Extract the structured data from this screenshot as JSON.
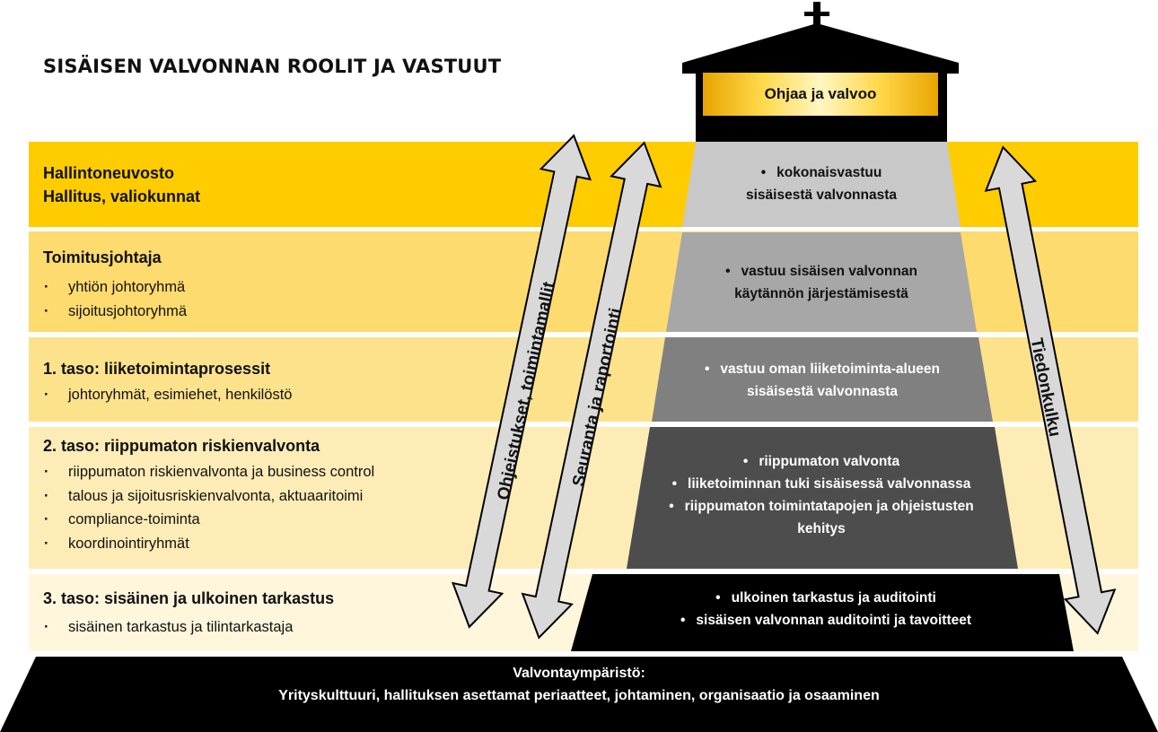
{
  "title": "SISÄISEN VALVONNAN ROOLIT JA VASTUUT",
  "colors": {
    "band_1": "#ffcc00",
    "band_2": "#fddb6e",
    "band_3": "#fde28c",
    "band_4": "#feecb6",
    "band_5": "#fff6dc",
    "pyramid": [
      "#c8c8c8",
      "#a7a7a7",
      "#808080",
      "#4d4d4d",
      "#000000"
    ],
    "arrow_fill": "#d9d9d9"
  },
  "house": {
    "label": "Ohjaa ja valvoo"
  },
  "levels": [
    {
      "heading_lines": [
        "Hallintoneuvosto",
        "Hallitus, valiokunnat"
      ],
      "items": [],
      "responsibilities": [
        {
          "text": "kokonaisvastuu",
          "bullet": true
        },
        {
          "text": "sisäisestä valvonnasta",
          "bullet": false
        }
      ]
    },
    {
      "heading_lines": [
        "Toimitusjohtaja"
      ],
      "items": [
        "yhtiön johtoryhmä",
        "sijoitusjohtoryhmä"
      ],
      "responsibilities": [
        {
          "text": "vastuu sisäisen valvonnan",
          "bullet": true
        },
        {
          "text": "käytännön järjestämisestä",
          "bullet": false
        }
      ]
    },
    {
      "heading_lines": [
        "1. taso: liiketoimintaprosessit"
      ],
      "items": [
        "johtoryhmät, esimiehet, henkilöstö"
      ],
      "responsibilities": [
        {
          "text": "vastuu oman liiketoiminta-alueen",
          "bullet": true
        },
        {
          "text": "sisäisestä valvonnasta",
          "bullet": false
        }
      ]
    },
    {
      "heading_lines": [
        "2. taso: riippumaton riskienvalvonta"
      ],
      "items": [
        "riippumaton riskienvalvonta ja business control",
        "talous ja sijoitusriskienvalvonta, aktuaaritoimi",
        "compliance-toiminta",
        "koordinointiryhmät"
      ],
      "responsibilities": [
        {
          "text": "riippumaton valvonta",
          "bullet": true
        },
        {
          "text": "liiketoiminnan tuki sisäisessä valvonnassa",
          "bullet": true
        },
        {
          "text": "riippumaton toimintatapojen ja ohjeistusten",
          "bullet": true
        },
        {
          "text": "kehitys",
          "bullet": false
        }
      ]
    },
    {
      "heading_lines": [
        "3. taso: sisäinen ja ulkoinen tarkastus"
      ],
      "items": [
        "sisäinen tarkastus ja tilintarkastaja"
      ],
      "responsibilities": [
        {
          "text": "ulkoinen tarkastus ja auditointi",
          "bullet": true
        },
        {
          "text": "sisäisen valvonnan auditointi ja tavoitteet",
          "bullet": true
        }
      ]
    }
  ],
  "arrows": {
    "guidance": "Ohjeistukset, toimintamallit",
    "monitoring": "Seuranta ja raportointi",
    "information": "Tiedonkulku"
  },
  "foundation": {
    "title": "Valvontaympäristö:",
    "text": "Yrityskulttuuri, hallituksen asettamat periaatteet, johtaminen, organisaatio ja osaaminen"
  }
}
